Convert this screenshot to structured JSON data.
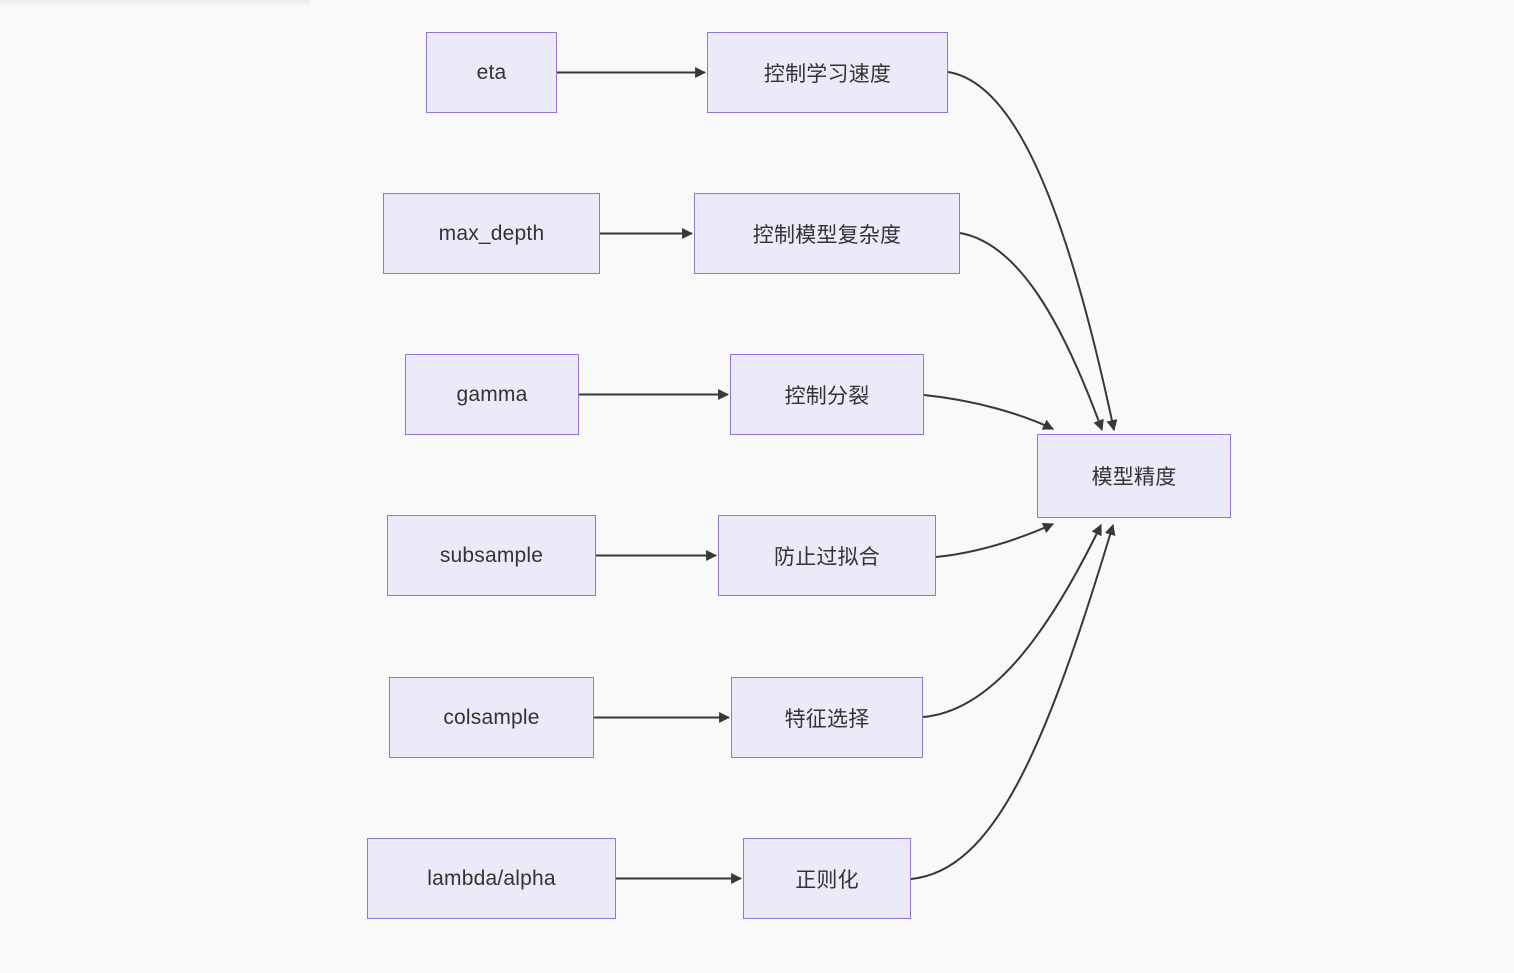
{
  "diagram": {
    "type": "flowchart",
    "rows": [
      {
        "param": "eta",
        "effect": "控制学习速度"
      },
      {
        "param": "max_depth",
        "effect": "控制模型复杂度"
      },
      {
        "param": "gamma",
        "effect": "控制分裂"
      },
      {
        "param": "subsample",
        "effect": "防止过拟合"
      },
      {
        "param": "colsample",
        "effect": "特征选择"
      },
      {
        "param": "lambda/alpha",
        "effect": "正则化"
      }
    ],
    "outcome": "模型精度",
    "edges": [
      {
        "from": "eta",
        "to": "控制学习速度"
      },
      {
        "from": "max_depth",
        "to": "控制模型复杂度"
      },
      {
        "from": "gamma",
        "to": "控制分裂"
      },
      {
        "from": "subsample",
        "to": "防止过拟合"
      },
      {
        "from": "colsample",
        "to": "特征选择"
      },
      {
        "from": "lambda/alpha",
        "to": "正则化"
      },
      {
        "from": "控制学习速度",
        "to": "模型精度"
      },
      {
        "from": "控制模型复杂度",
        "to": "模型精度"
      },
      {
        "from": "控制分裂",
        "to": "模型精度"
      },
      {
        "from": "防止过拟合",
        "to": "模型精度"
      },
      {
        "from": "特征选择",
        "to": "模型精度"
      },
      {
        "from": "正则化",
        "to": "模型精度"
      }
    ]
  },
  "colors": {
    "background": "#f9f9f9",
    "node_fill": "#ece9f9",
    "node_border": "#9673d6",
    "arrow": "#383838",
    "text": "#333333"
  }
}
